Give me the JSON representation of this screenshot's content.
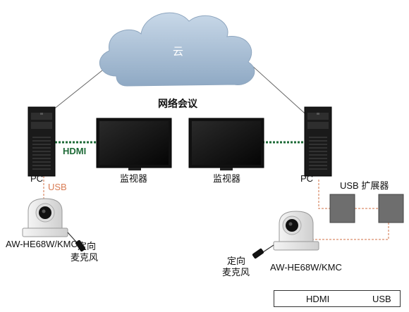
{
  "cloud_label": "云",
  "meeting_label": "网络会议",
  "left_pc_label": "PC",
  "right_pc_label": "PC",
  "hdmi_cable_label": "HDMI",
  "usb_cable_label": "USB",
  "monitor_left_label": "监视器",
  "monitor_right_label": "监视器",
  "usb_hub_label": "USB 扩展器",
  "left_camera_model": "AW-HE68W/KMC",
  "right_camera_model": "AW-HE68W/KMC",
  "left_mic_label_line1": "定向",
  "left_mic_label_line2": "麦克风",
  "right_mic_label_line1": "定向",
  "right_mic_label_line2": "麦克风",
  "legend": {
    "hdmi": "HDMI",
    "usb": "USB"
  },
  "colors": {
    "hdmi_line": "#1f6b38",
    "usb_line": "#e0a184",
    "cloud": "#a9c0d8"
  }
}
